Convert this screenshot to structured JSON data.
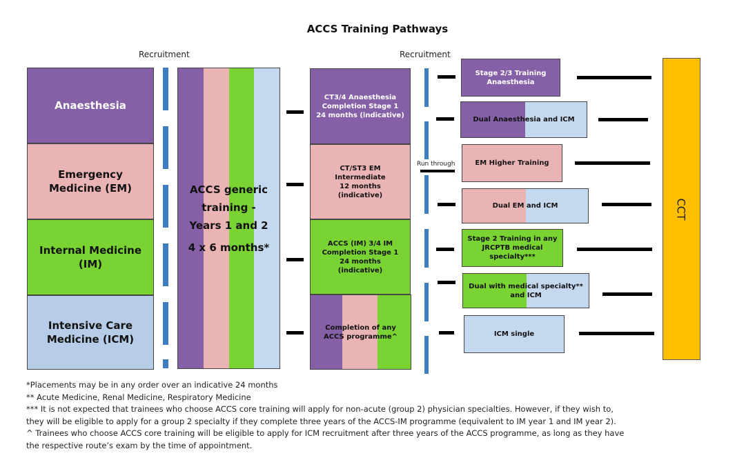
{
  "title": "ACCS Training Pathways",
  "recruitment_labels": [
    "Recruitment",
    "Recruitment"
  ],
  "colors": {
    "anaesthesia": "#8660a7",
    "em": "#ebb4b4",
    "im": "#79d333",
    "icm": "#c4d9f0",
    "icm_left": "#b7cde7",
    "recruitment_dash": "#3d7ec2",
    "cct": "#ffbf00"
  },
  "specialties": [
    {
      "label": "Anaesthesia"
    },
    {
      "label": "Emergency Medicine (EM)"
    },
    {
      "label": "Internal Medicine (IM)"
    },
    {
      "label": "Intensive Care Medicine (ICM)"
    }
  ],
  "generic": {
    "line1": "ACCS generic",
    "line2": "training -",
    "line3": "Years 1 and 2",
    "line4": "4 x 6 months*"
  },
  "stage_blocks": [
    {
      "lines": [
        "CT3/4 Anaesthesia",
        "Completion Stage 1",
        "24 months (indicative)"
      ]
    },
    {
      "lines": [
        "CT/ST3 EM",
        "Intermediate",
        "12 months",
        "(indicative)"
      ]
    },
    {
      "lines": [
        "ACCS (IM) 3/4 IM",
        "Completion Stage 1",
        "24 months",
        "(indicative)"
      ]
    },
    {
      "lines": [
        "Completion of any",
        "ACCS programme^"
      ]
    }
  ],
  "run_through_label": "Run through",
  "outcomes": [
    {
      "lines": [
        "Stage 2/3 Training",
        "Anaesthesia"
      ]
    },
    {
      "lines": [
        "Dual Anaesthesia and ICM"
      ]
    },
    {
      "lines": [
        "EM Higher Training"
      ]
    },
    {
      "lines": [
        "Dual EM and ICM"
      ]
    },
    {
      "lines": [
        "Stage 2 Training in any",
        "JRCPTB medical",
        "specialty***"
      ]
    },
    {
      "lines": [
        "Dual with medical specialty**",
        "and ICM"
      ]
    },
    {
      "lines": [
        "ICM single"
      ]
    }
  ],
  "cct_label": "CCT",
  "footnotes": [
    "*Placements may be in any order over an indicative 24 months",
    "** Acute Medicine, Renal Medicine, Respiratory Medicine",
    "*** It is not expected that trainees who choose ACCS core training will apply for non-acute (group 2) physician specialties. However, if they wish to,",
    "they will be eligible to apply for a group 2 specialty if they complete three years of the ACCS-IM programme (equivalent to IM year 1 and IM year 2).",
    "^ Trainees who choose ACCS core training will be eligible to apply for ICM recruitment after three years of the ACCS programme, as long as they have",
    "the respective route’s exam by the time of appointment."
  ]
}
